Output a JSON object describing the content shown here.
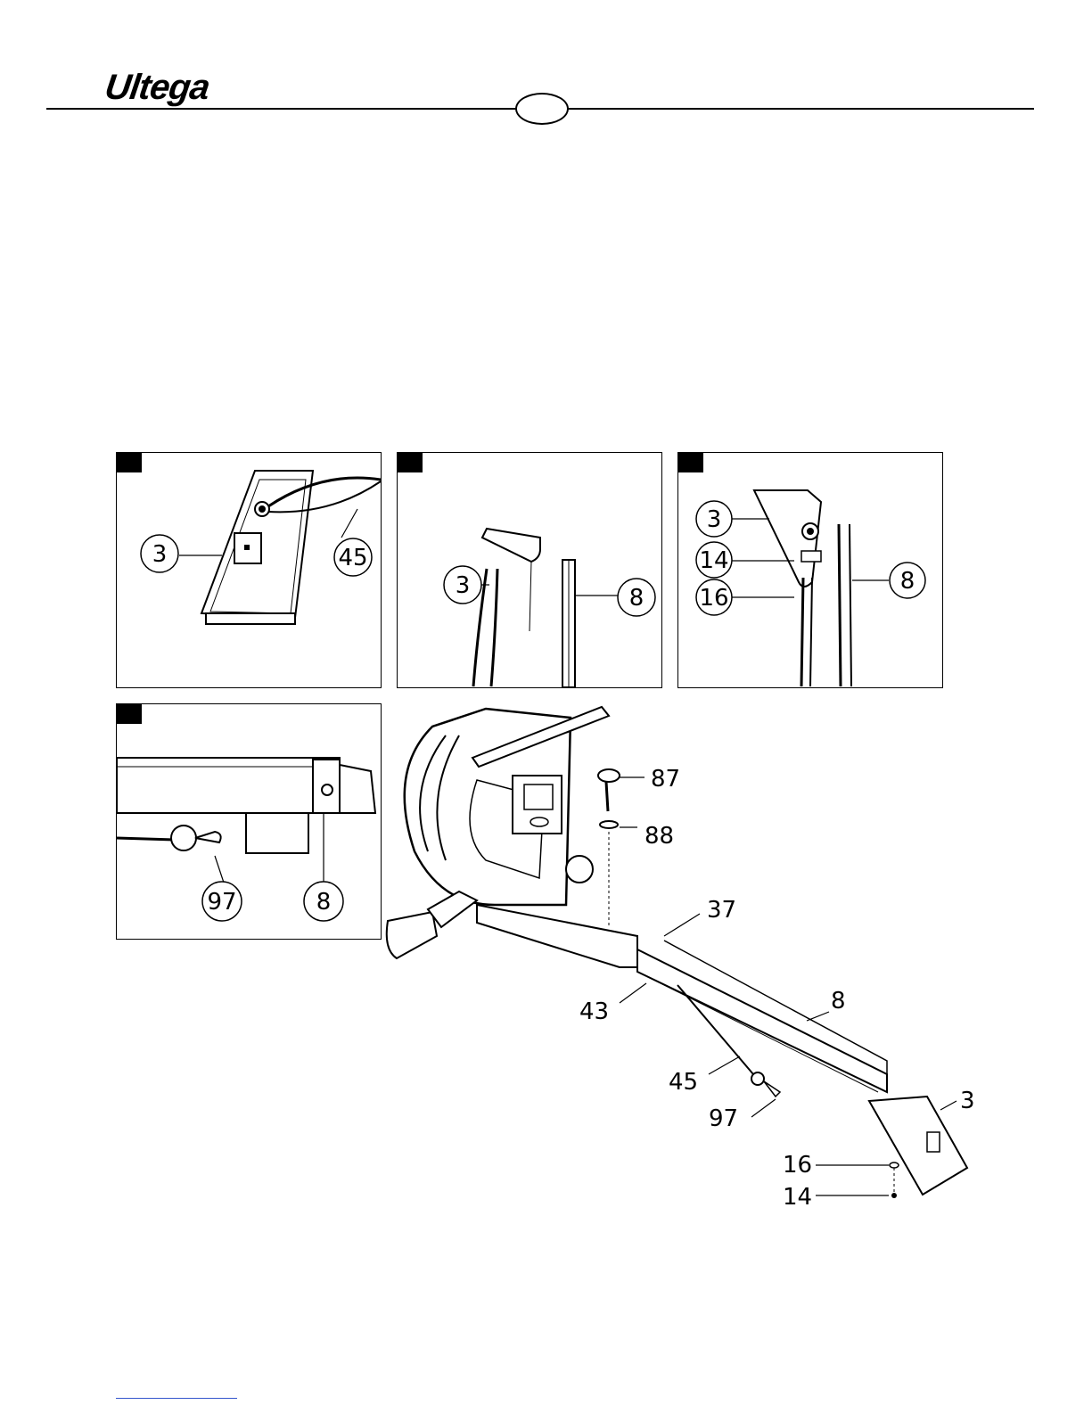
{
  "header": {
    "brand": "Ultega"
  },
  "panels": [
    {
      "id": "panel-1",
      "callouts": [
        "3",
        "45"
      ]
    },
    {
      "id": "panel-2",
      "callouts": [
        "3",
        "8"
      ]
    },
    {
      "id": "panel-3",
      "callouts": [
        "3",
        "14",
        "16",
        "8"
      ]
    },
    {
      "id": "panel-4",
      "callouts": [
        "97",
        "8"
      ]
    }
  ],
  "main": {
    "labels": {
      "p87": "87",
      "p88": "88",
      "p37": "37",
      "p43": "43",
      "p8": "8",
      "p45": "45",
      "p97": "97",
      "p3": "3",
      "p16": "16",
      "p14": "14"
    }
  }
}
